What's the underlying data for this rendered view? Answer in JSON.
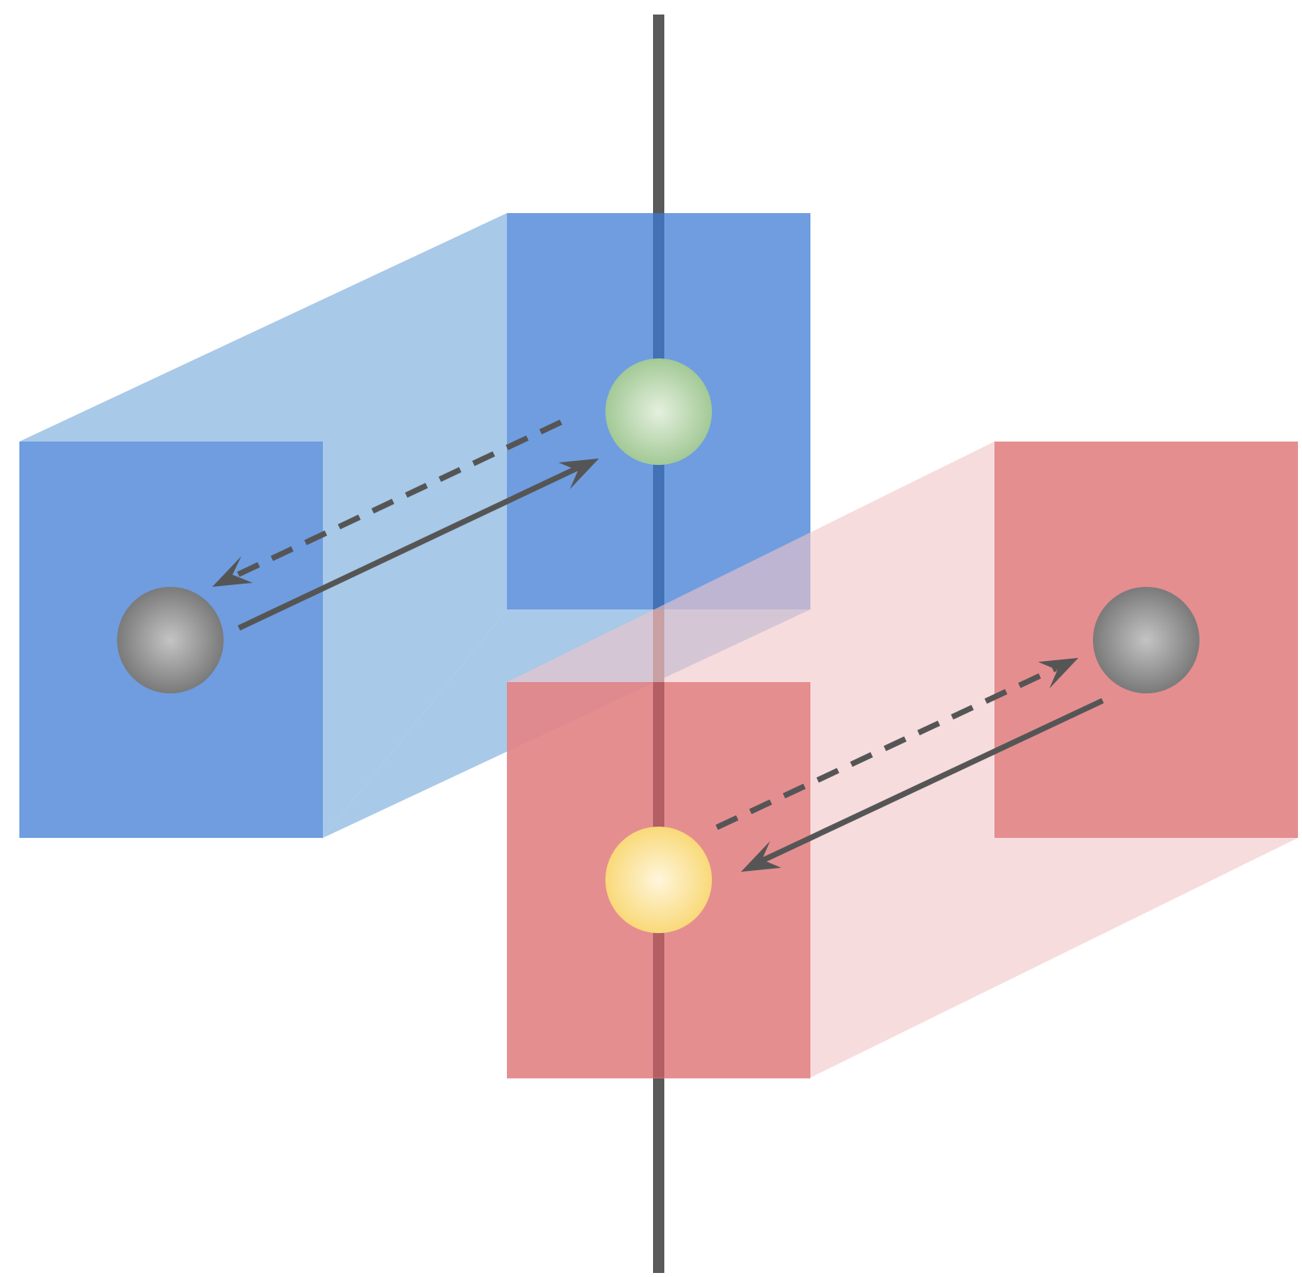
{
  "diagram": {
    "description_elements": {
      "vertical_axis": {
        "color": "#5a5a5a"
      },
      "blue_prism": {
        "front_face_color": "#6f9de0",
        "side_face_color": "#a8c9e8",
        "front_face_opacity": 1,
        "side_face_opacity": 1
      },
      "red_prism": {
        "front_face_color": "#e07a7d",
        "side_face_color": "#f1c4c6",
        "front_face_opacity": 0.8,
        "side_face_opacity": 0.6
      },
      "spheres": [
        {
          "name": "gray-sphere-left",
          "color": "#9a9a9a"
        },
        {
          "name": "green-sphere",
          "color": "#b5d6a8"
        },
        {
          "name": "gray-sphere-right",
          "color": "#9a9a9a"
        },
        {
          "name": "yellow-sphere",
          "color": "#fcdf7a"
        }
      ],
      "arrow_color": "#555555"
    }
  }
}
